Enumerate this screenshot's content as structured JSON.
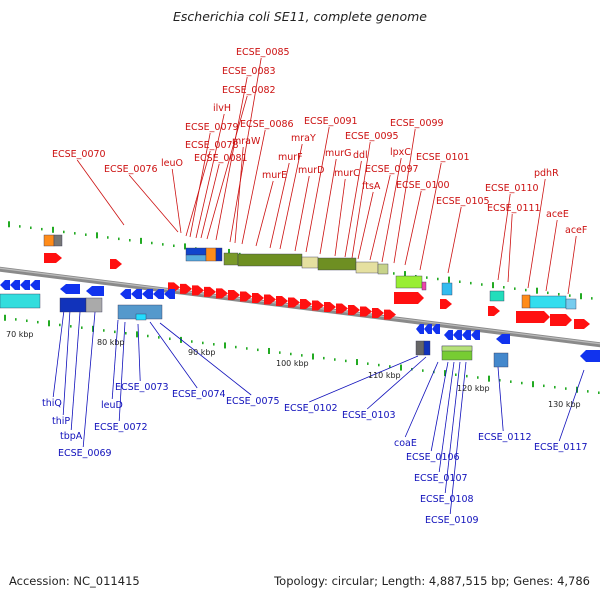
{
  "title": "Escherichia coli SE11, complete genome",
  "footer": {
    "accession": "Accession: NC_011415",
    "summary": "Topology: circular; Length: 4,887,515 bp; Genes: 4,786"
  },
  "colors": {
    "forward_label": "#cc1111",
    "reverse_label": "#1111bb",
    "forward_gene": "#ff1010",
    "reverse_gene": "#1133ee",
    "backbone": "#8a8a8a",
    "tick": "#22aa22"
  },
  "scale_labels": [
    "70 kbp",
    "80 kbp",
    "90 kbp",
    "100 kbp",
    "110 kbp",
    "120 kbp",
    "130 kbp"
  ],
  "forward_genes": [
    "ECSE_0070",
    "ECSE_0076",
    "leuO",
    "ECSE_0078",
    "ECSE_0079",
    "ilvH",
    "ECSE_0081",
    "ECSE_0082",
    "ECSE_0083",
    "ECSE_0085",
    "mraW",
    "ECSE_0086",
    "murE",
    "murF",
    "mraY",
    "murD",
    "ECSE_0091",
    "murG",
    "murC",
    "ddl",
    "ECSE_0095",
    "ftsA",
    "ECSE_0097",
    "lpxC",
    "ECSE_0099",
    "ECSE_0100",
    "ECSE_0101",
    "ECSE_0105",
    "ECSE_0110",
    "ECSE_0111",
    "pdhR",
    "aceE",
    "aceF"
  ],
  "reverse_genes": [
    "thiQ",
    "thiP",
    "tbpA",
    "ECSE_0069",
    "leuD",
    "ECSE_0072",
    "ECSE_0073",
    "ECSE_0074",
    "ECSE_0075",
    "ECSE_0102",
    "ECSE_0103",
    "coaE",
    "ECSE_0106",
    "ECSE_0107",
    "ECSE_0108",
    "ECSE_0109",
    "ECSE_0112",
    "ECSE_0117"
  ]
}
